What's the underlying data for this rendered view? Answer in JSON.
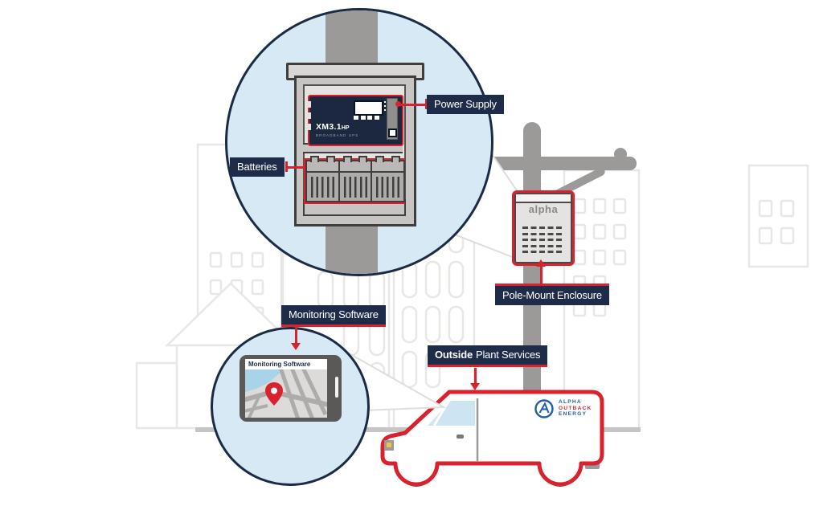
{
  "diagram": {
    "callouts": {
      "power_supply": "Power Supply",
      "batteries": "Batteries",
      "pole_mount_enclosure": "Pole-Mount Enclosure",
      "monitoring_software": "Monitoring Software",
      "outside_plant_bold": "Outside",
      "outside_plant_rest": "Plant Services"
    },
    "ups_unit": {
      "model": "XM3.1",
      "model_suffix": "HP",
      "type_label": "BROADBAND UPS"
    },
    "pole_enclosure_brand": "alpha",
    "tablet": {
      "screen_title": "Monitoring Software"
    },
    "van_logo": {
      "line1": "ALPHA",
      "line2": "OUTBACK",
      "line3": "ENERGY"
    },
    "colors": {
      "accent_red": "#d8232f",
      "label_navy": "#1e2c49",
      "circle_blue": "#d6e9f5",
      "logo_blue": "#1e5ea8",
      "pole_gray": "#9c9a98"
    }
  }
}
